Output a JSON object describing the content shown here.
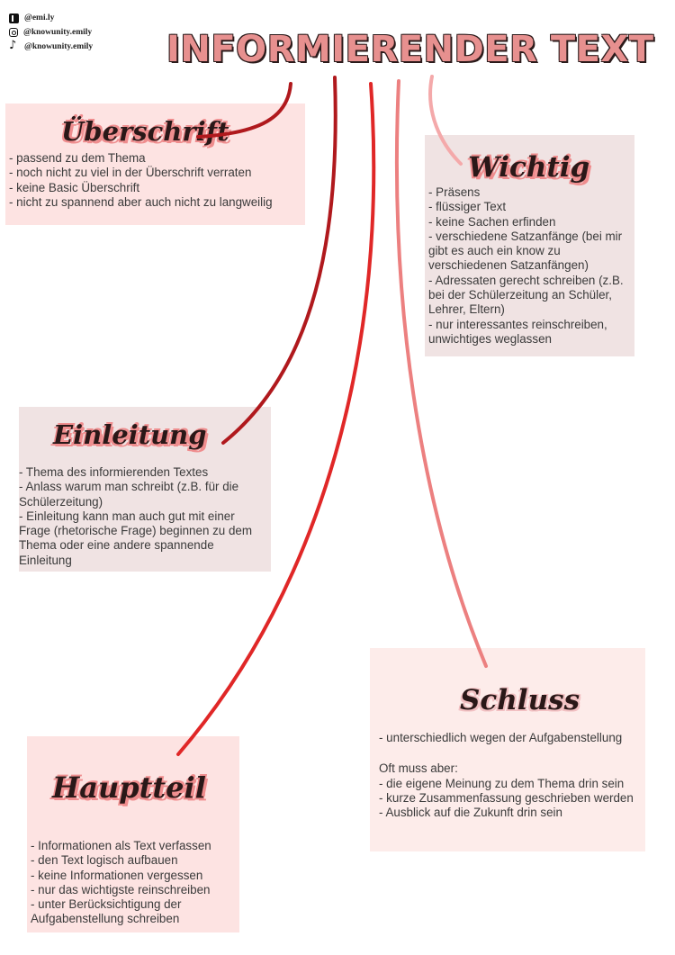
{
  "social": [
    {
      "icon": "knowunity-icon",
      "handle": "@emi.ly"
    },
    {
      "icon": "instagram-icon",
      "handle": "@knowunity.emily"
    },
    {
      "icon": "tiktok-icon",
      "handle": "@knowunity.emily"
    }
  ],
  "title": "INFORMIERENDER TEXT",
  "colors": {
    "title_fill": "#e7908f",
    "heading_shadow": "#ef8d8e",
    "line_dark": "#b0191d",
    "line_red": "#e02727",
    "line_mid": "#e85050",
    "line_pink": "#ec8080",
    "line_light": "#f4a9aa",
    "card_pink": "#fde3e2",
    "card_gray": "#f0e3e3"
  },
  "ueberschrift": {
    "heading": "Überschrift",
    "items": [
      "- passend zu dem Thema",
      "- noch nicht zu viel in der Überschrift verraten",
      "- keine Basic Überschrift",
      "- nicht zu spannend aber auch nicht zu langweilig"
    ]
  },
  "wichtig": {
    "heading": "Wichtig",
    "items": [
      "- Präsens",
      "- flüssiger Text",
      "- keine Sachen erfinden",
      "- verschiedene Satzanfänge (bei mir gibt es auch ein know zu verschiedenen Satzanfängen)",
      "- Adressaten gerecht schreiben (z.B. bei der Schülerzeitung an Schüler, Lehrer, Eltern)",
      "- nur interessantes reinschreiben, unwichtiges weglassen"
    ]
  },
  "einleitung": {
    "heading": "Einleitung",
    "items": [
      "- Thema des informierenden Textes",
      "- Anlass warum man schreibt (z.B. für die Schülerzeitung)",
      "- Einleitung kann man auch gut mit einer Frage (rhetorische Frage) beginnen zu dem Thema oder eine andere spannende Einleitung"
    ]
  },
  "schluss": {
    "heading": "Schluss",
    "intro": "- unterschiedlich wegen der Aufgabenstellung",
    "subheading": "Oft muss aber:",
    "items": [
      "- die eigene Meinung zu dem Thema drin sein",
      "- kurze Zusammenfassung geschrieben werden",
      "- Ausblick auf die Zukunft drin sein"
    ]
  },
  "hauptteil": {
    "heading": "Hauptteil",
    "items": [
      "- Informationen als Text verfassen",
      "- den Text logisch aufbauen",
      "- keine Informationen vergessen",
      "- nur das wichtigste reinschreiben",
      "- unter Berücksichtigung der Aufgabenstellung schreiben"
    ]
  }
}
